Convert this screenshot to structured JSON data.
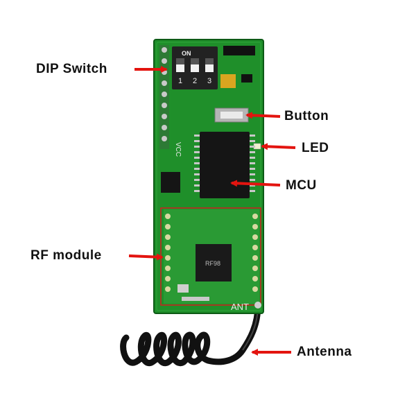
{
  "labels": {
    "dip_switch": "DIP Switch",
    "button": "Button",
    "led": "LED",
    "mcu": "MCU",
    "rf_module": "RF module",
    "antenna": "Antenna"
  },
  "board_text": {
    "on": "ON",
    "switch_1": "1",
    "switch_2": "2",
    "switch_3": "3",
    "vcc": "VCC",
    "ant": "ANT",
    "rf_chip": "RF98"
  },
  "colors": {
    "pcb": "#1f8f2a",
    "arrow": "#e3140f",
    "highlight_box": "#d11f1f",
    "label": "#111111"
  }
}
